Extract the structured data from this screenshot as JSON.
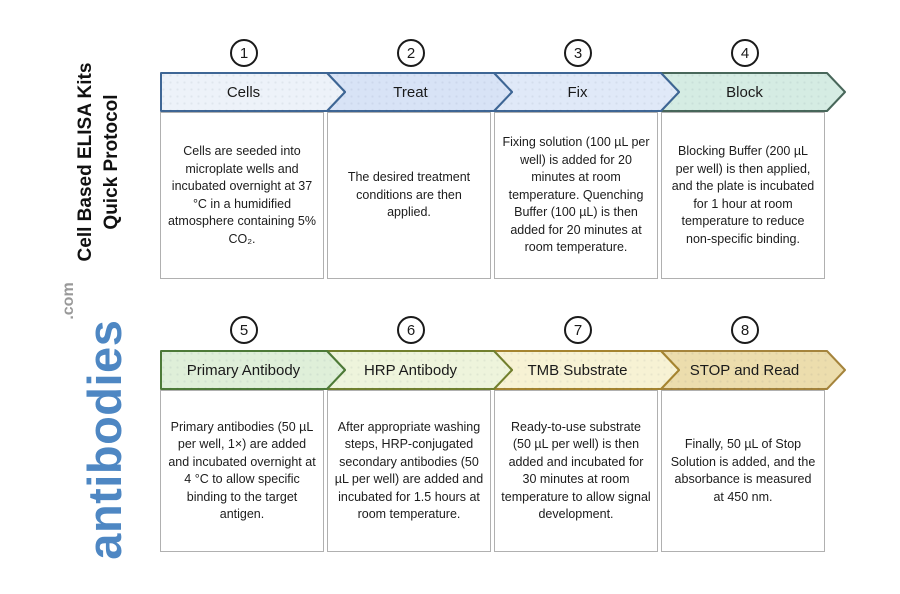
{
  "sidebar": {
    "title_line1": "Cell Based ELISA Kits",
    "title_line2": "Quick Protocol",
    "logo_text": "antibodies",
    "logo_suffix": ".com",
    "logo_color": "#4e87c3",
    "logo_suffix_color": "#999999"
  },
  "steps": [
    {
      "number": "1",
      "label": "Cells",
      "description": "Cells are seeded into microplate wells and incubated overnight at 37 °C in a humidified atmosphere containing 5% CO₂.",
      "fill": "#edf2f9",
      "border": "#3e6695"
    },
    {
      "number": "2",
      "label": "Treat",
      "description": "The desired treatment conditions are then applied.",
      "fill": "#d8e3f6",
      "border": "#3e6695"
    },
    {
      "number": "3",
      "label": "Fix",
      "description": "Fixing solution (100 µL per well) is added for 20 minutes at room temperature. Quenching Buffer (100 µL) is then added for 20 minutes at room temperature.",
      "fill": "#e0e9f8",
      "border": "#3e6695"
    },
    {
      "number": "4",
      "label": "Block",
      "description": "Blocking Buffer (200 µL per well) is then applied, and the plate is incubated for 1 hour at room temperature to reduce non-specific binding.",
      "fill": "#d5ece3",
      "border": "#48675a"
    },
    {
      "number": "5",
      "label": "Primary Antibody",
      "description": "Primary antibodies (50 µL per well, 1×) are added and incubated overnight at 4 °C to allow specific binding to the target antigen.",
      "fill": "#dfefd9",
      "border": "#4d7a38"
    },
    {
      "number": "6",
      "label": "HRP Antibody",
      "description": "After appropriate washing steps, HRP-conjugated secondary antibodies (50 µL per well) are added and incubated for 1.5 hours at room temperature.",
      "fill": "#eef4dc",
      "border": "#71802e"
    },
    {
      "number": "7",
      "label": "TMB Substrate",
      "description": "Ready-to-use substrate (50 µL per well) is then added and incubated for 30 minutes at room temperature to allow signal development.",
      "fill": "#f7f2d4",
      "border": "#a5842f"
    },
    {
      "number": "8",
      "label": "STOP and Read",
      "description": "Finally, 50 µL of Stop Solution is added, and the absorbance is measured at 450 nm.",
      "fill": "#ecddad",
      "border": "#a5843c"
    }
  ]
}
